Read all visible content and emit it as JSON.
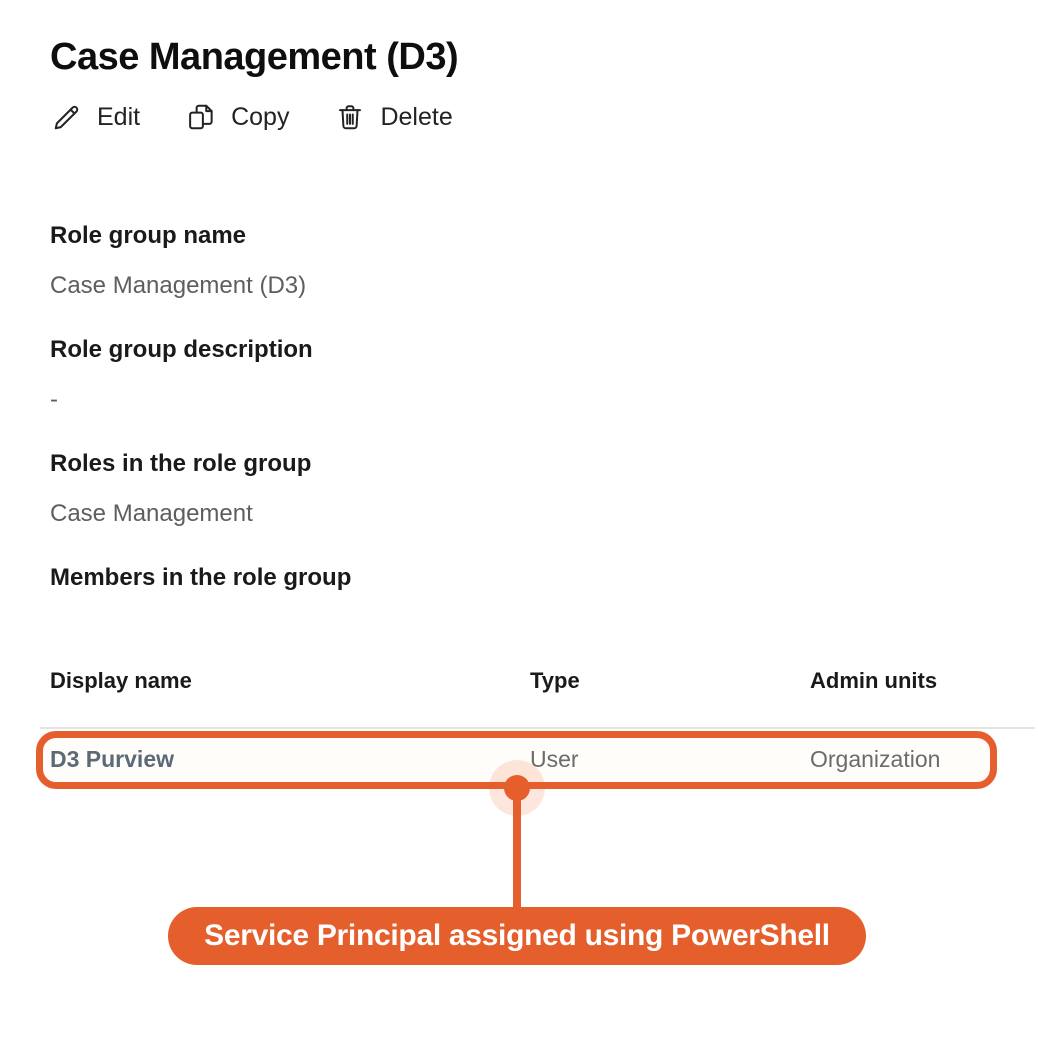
{
  "page": {
    "title": "Case Management (D3)"
  },
  "toolbar": {
    "edit": "Edit",
    "copy": "Copy",
    "delete": "Delete"
  },
  "fields": [
    {
      "label": "Role group name",
      "value": "Case Management (D3)"
    },
    {
      "label": "Role group description",
      "value": "-"
    },
    {
      "label": "Roles in the role group",
      "value": "Case Management"
    }
  ],
  "members": {
    "heading": "Members in the role group",
    "columns": [
      "Display name",
      "Type",
      "Admin units"
    ],
    "rows": [
      {
        "display_name": "D3 Purview",
        "type": "User",
        "admin_units": "Organization"
      }
    ]
  },
  "annotation": {
    "callout": "Service Principal assigned using PowerShell",
    "accent_color": "#E55F2D",
    "halo_color": "#FBE3D7"
  }
}
